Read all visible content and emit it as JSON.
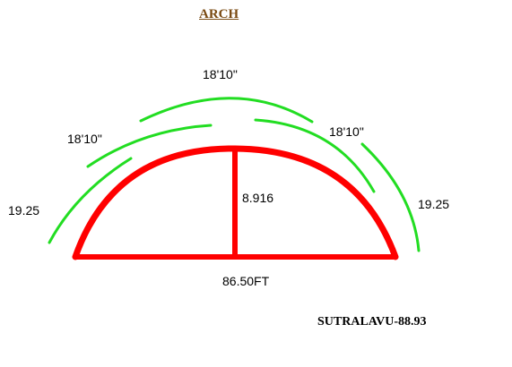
{
  "title": "ARCH",
  "labels": {
    "top_arc": "18'10\"",
    "upper_left_arc": "18'10\"",
    "upper_right_arc": "18'10\"",
    "left_side": "19.25",
    "right_side": "19.25",
    "rise": "8.916",
    "span": "86.50FT",
    "arc_length": "SUTRALAVU-88.93"
  },
  "colors": {
    "arch": "#ff0000",
    "segments": "#22dd22",
    "title": "#7a4a12",
    "text": "#000000"
  }
}
